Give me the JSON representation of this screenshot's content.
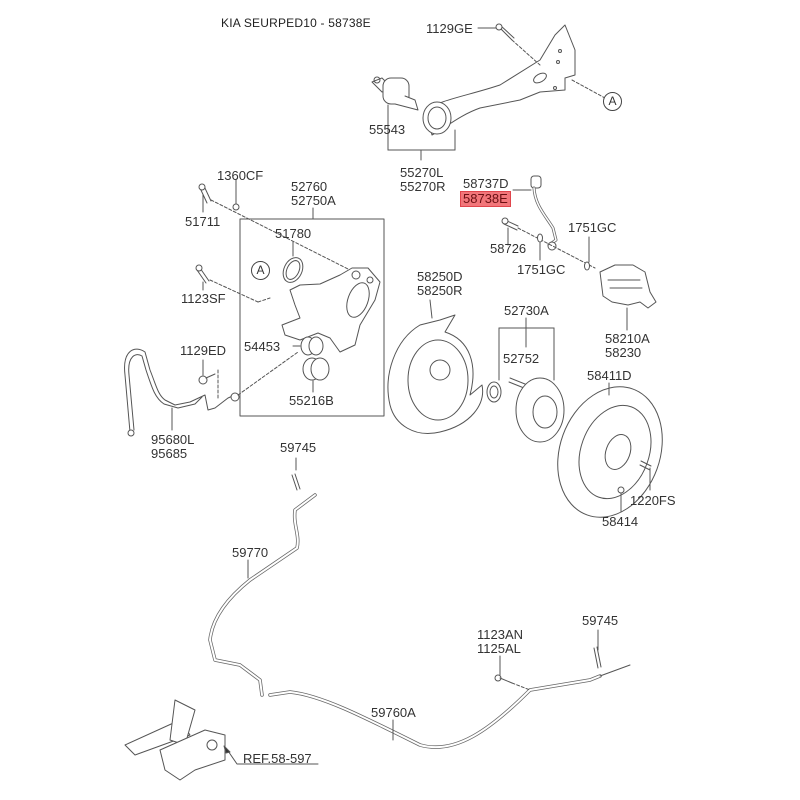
{
  "title": "KIA SEURPED10 - 58738E",
  "highlight_color": "#f2767a",
  "callout_letter": "A",
  "labels": {
    "p1129GE": "1129GE",
    "p55543": "55543",
    "p55270L": "55270L",
    "p55270R": "55270R",
    "p1360CF": "1360CF",
    "p51711": "51711",
    "p52760": "52760",
    "p52750A": "52750A",
    "p51780": "51780",
    "p1123SF": "1123SF",
    "p54453": "54453",
    "p55216B": "55216B",
    "p1129ED": "1129ED",
    "p95680L": "95680L",
    "p95685": "95685",
    "p58737D": "58737D",
    "p58738E": "58738E",
    "p58726": "58726",
    "p1751GC_a": "1751GC",
    "p1751GC_b": "1751GC",
    "p58250D": "58250D",
    "p58250R": "58250R",
    "p52730A": "52730A",
    "p52752": "52752",
    "p58210A": "58210A",
    "p58230": "58230",
    "p58411D": "58411D",
    "p1220FS": "1220FS",
    "p58414": "58414",
    "p59745_a": "59745",
    "p59770": "59770",
    "p1123AN": "1123AN",
    "p1125AL": "1125AL",
    "p59745_b": "59745",
    "p59760A": "59760A",
    "ref": "REF.58-597"
  }
}
